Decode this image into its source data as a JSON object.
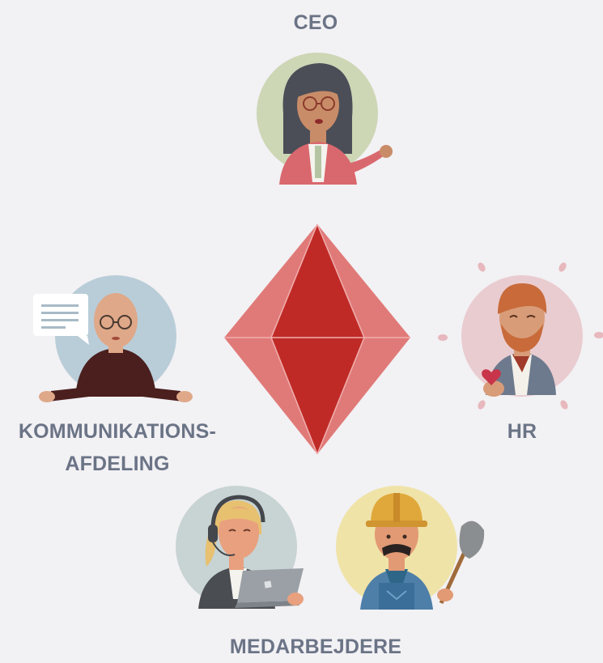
{
  "labels": {
    "ceo": "CEO",
    "hr": "HR",
    "kommunikation_line1": "KOMMUNIKATIONS-",
    "kommunikation_line2": "AFDELING",
    "medarbejdere": "MEDARBEJDERE"
  },
  "colors": {
    "background": "#f2f1f4",
    "label_text": "#6b7486",
    "diamond_dark": "#bf2a27",
    "diamond_light": "#e07a78",
    "ceo_circle": "#cdd6b5",
    "komm_circle": "#b9cdd8",
    "hr_circle": "#e9ccd0",
    "employee1_circle": "#c8d3d3",
    "employee2_circle": "#efe3a8"
  },
  "icons": [
    "ceo-avatar-icon",
    "speech-bubble-icon",
    "communications-avatar-icon",
    "hr-avatar-icon",
    "heart-icon",
    "employee-headset-avatar-icon",
    "laptop-icon",
    "worker-avatar-icon",
    "shovel-icon",
    "gem-diamond-icon"
  ]
}
